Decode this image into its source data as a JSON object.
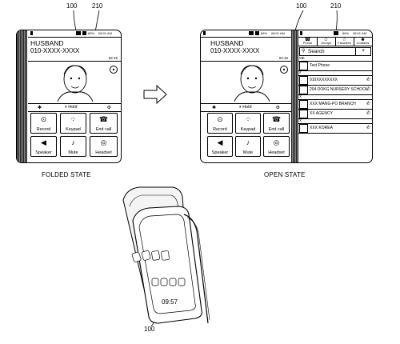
{
  "labels": {
    "ref_device": "100",
    "ref_hinge": "210",
    "ref_device_open": "100",
    "ref_hinge_open": "210",
    "ref_device_3d": "100",
    "folded_caption": "FOLDED STATE",
    "open_caption": "OPEN STATE"
  },
  "status": {
    "battery": "86%",
    "time": "08:01 AM"
  },
  "call": {
    "name": "HUSBAND",
    "number": "010-XXXX-XXXX",
    "duration": "02:16",
    "hold_label": "Hold",
    "buttons": [
      "Record",
      "Keypad",
      "End call",
      "Speaker",
      "Mute",
      "Headset"
    ]
  },
  "contacts": {
    "tabs": [
      "Phone",
      "Groups",
      "Favorites",
      "Contacts"
    ],
    "search_placeholder": "Search",
    "add_label": "+",
    "sections": [
      "ME",
      "#",
      "X",
      "X"
    ],
    "items": [
      "Test Phone",
      "010XXXXXXXX",
      "204 DOKG NURSERY SCHOOL",
      "XXX MANG-PO BRANCH",
      "XX AGENCY",
      "XXX KOREA"
    ]
  },
  "device3d": {
    "time": "09:57"
  }
}
